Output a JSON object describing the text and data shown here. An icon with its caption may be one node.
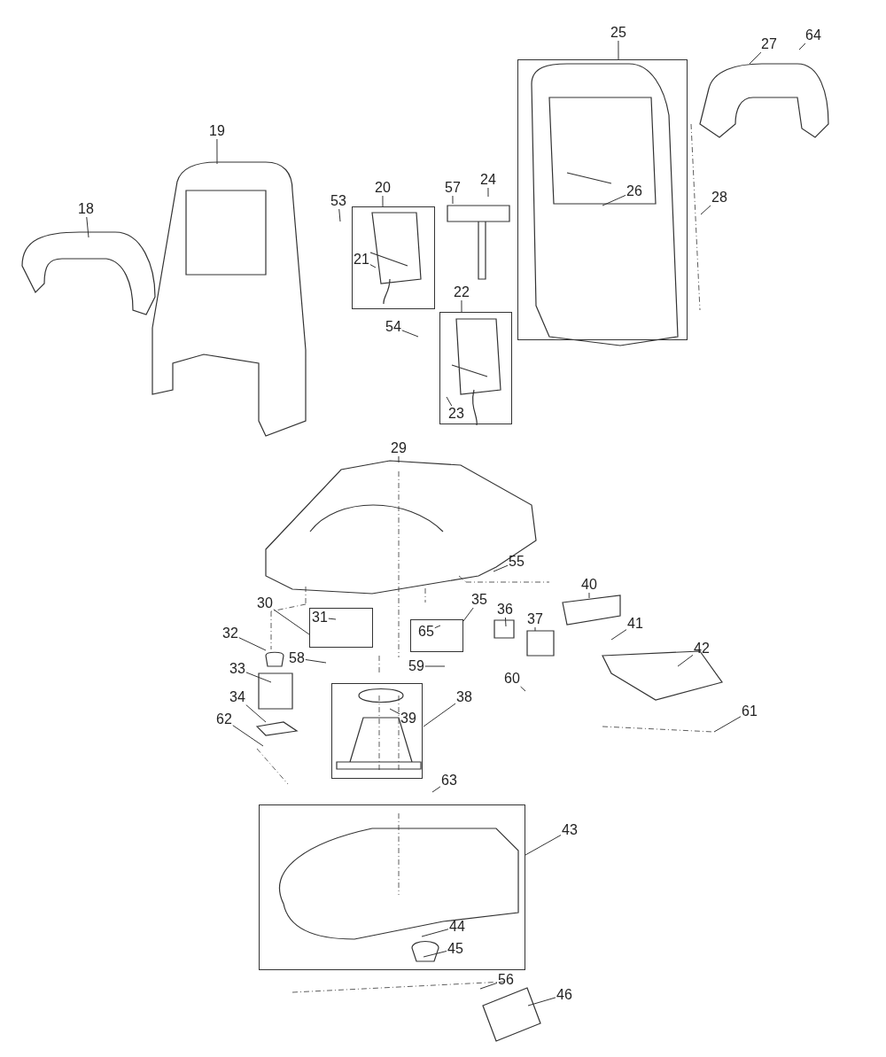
{
  "diagram": {
    "nodes": [
      {
        "text": [
          "25"
        ]
      },
      {
        "text": [
          "27"
        ]
      },
      {
        "text": [
          "64"
        ]
      },
      {
        "text": [],
        "shape": "box"
      },
      {
        "text": [
          "26"
        ],
        "in": 3
      },
      {
        "text": [
          "19"
        ]
      },
      {
        "text": [
          "53"
        ]
      },
      {
        "text": [
          "20"
        ]
      },
      {
        "text": [
          "57"
        ]
      },
      {
        "text": [
          "24"
        ]
      },
      {
        "text": [
          "28"
        ]
      },
      {
        "text": [
          "18"
        ]
      },
      {
        "text": [],
        "shape": "box"
      },
      {
        "text": [
          "21"
        ],
        "in": 12
      },
      {
        "text": [
          "22"
        ]
      },
      {
        "text": [
          "54"
        ]
      },
      {
        "text": [],
        "shape": "box"
      },
      {
        "text": [
          "23"
        ],
        "in": 16
      },
      {
        "text": [
          "29"
        ]
      },
      {
        "text": [
          "55"
        ]
      },
      {
        "text": [
          "40"
        ]
      },
      {
        "text": [
          "30"
        ]
      },
      {
        "text": [
          "35"
        ]
      },
      {
        "text": [
          "36"
        ]
      },
      {
        "text": [
          "37"
        ]
      },
      {
        "text": [
          "41"
        ]
      },
      {
        "text": [
          "32"
        ]
      },
      {
        "text": [],
        "shape": "box"
      },
      {
        "text": [
          "31"
        ],
        "in": 27
      },
      {
        "text": [],
        "shape": "box"
      },
      {
        "text": [
          "65"
        ],
        "in": 29
      },
      {
        "text": [
          "58"
        ]
      },
      {
        "text": [
          "59"
        ]
      },
      {
        "text": [
          "42"
        ]
      },
      {
        "text": [
          "33"
        ]
      },
      {
        "text": [
          "60"
        ]
      },
      {
        "text": [
          "34"
        ]
      },
      {
        "text": [
          "38"
        ]
      },
      {
        "text": [],
        "shape": "box"
      },
      {
        "text": [
          "39"
        ],
        "in": 38
      },
      {
        "text": [
          "62"
        ]
      },
      {
        "text": [
          "61"
        ]
      },
      {
        "text": [
          "63"
        ]
      },
      {
        "text": [
          "43"
        ]
      },
      {
        "text": [],
        "shape": "box"
      },
      {
        "text": [
          "44"
        ],
        "in": 44
      },
      {
        "text": [
          "45"
        ],
        "in": 44
      },
      {
        "text": [
          "56"
        ]
      },
      {
        "text": [
          "46"
        ]
      }
    ],
    "edges": [
      {
        "from": 0,
        "to": 3,
        "arrow": "none"
      },
      {
        "from": 1,
        "to": null,
        "arrow": "none"
      },
      {
        "from": 2,
        "to": null,
        "arrow": "none"
      },
      {
        "from": 4,
        "to": null,
        "arrow": "none"
      },
      {
        "from": 5,
        "to": null,
        "arrow": "none"
      },
      {
        "from": 6,
        "to": null,
        "arrow": "none"
      },
      {
        "from": 7,
        "to": 12,
        "arrow": "none"
      },
      {
        "from": 8,
        "to": null,
        "arrow": "none"
      },
      {
        "from": 9,
        "to": null,
        "arrow": "none"
      },
      {
        "from": 10,
        "to": null,
        "arrow": "none"
      },
      {
        "from": 11,
        "to": null,
        "arrow": "none"
      },
      {
        "from": 13,
        "to": null,
        "arrow": "none"
      },
      {
        "from": 14,
        "to": 16,
        "arrow": "none"
      },
      {
        "from": 15,
        "to": null,
        "arrow": "none"
      },
      {
        "from": 17,
        "to": null,
        "arrow": "none"
      },
      {
        "from": 18,
        "to": null,
        "arrow": "none"
      },
      {
        "from": 19,
        "to": null,
        "arrow": "none"
      },
      {
        "from": 20,
        "to": null,
        "arrow": "none"
      },
      {
        "from": 21,
        "to": 27,
        "arrow": "none"
      },
      {
        "from": 22,
        "to": 29,
        "arrow": "none"
      },
      {
        "from": 23,
        "to": null,
        "arrow": "none"
      },
      {
        "from": 24,
        "to": null,
        "arrow": "none"
      },
      {
        "from": 25,
        "to": null,
        "arrow": "none"
      },
      {
        "from": 26,
        "to": null,
        "arrow": "none"
      },
      {
        "from": 28,
        "to": null,
        "arrow": "none"
      },
      {
        "from": 30,
        "to": null,
        "arrow": "none"
      },
      {
        "from": 31,
        "to": null,
        "arrow": "none"
      },
      {
        "from": 32,
        "to": null,
        "arrow": "none"
      },
      {
        "from": 33,
        "to": null,
        "arrow": "none"
      },
      {
        "from": 34,
        "to": null,
        "arrow": "none"
      },
      {
        "from": 35,
        "to": null,
        "arrow": "none"
      },
      {
        "from": 36,
        "to": null,
        "arrow": "none"
      },
      {
        "from": 37,
        "to": 38,
        "arrow": "none"
      },
      {
        "from": 39,
        "to": null,
        "arrow": "none"
      },
      {
        "from": 40,
        "to": null,
        "arrow": "none"
      },
      {
        "from": 41,
        "to": null,
        "arrow": "none"
      },
      {
        "from": 42,
        "to": null,
        "arrow": "none"
      },
      {
        "from": 43,
        "to": 44,
        "arrow": "none"
      },
      {
        "from": 45,
        "to": null,
        "arrow": "none"
      },
      {
        "from": 46,
        "to": null,
        "arrow": "none"
      },
      {
        "from": 47,
        "to": null,
        "arrow": "none"
      },
      {
        "from": 48,
        "to": null,
        "arrow": "none"
      }
    ]
  }
}
